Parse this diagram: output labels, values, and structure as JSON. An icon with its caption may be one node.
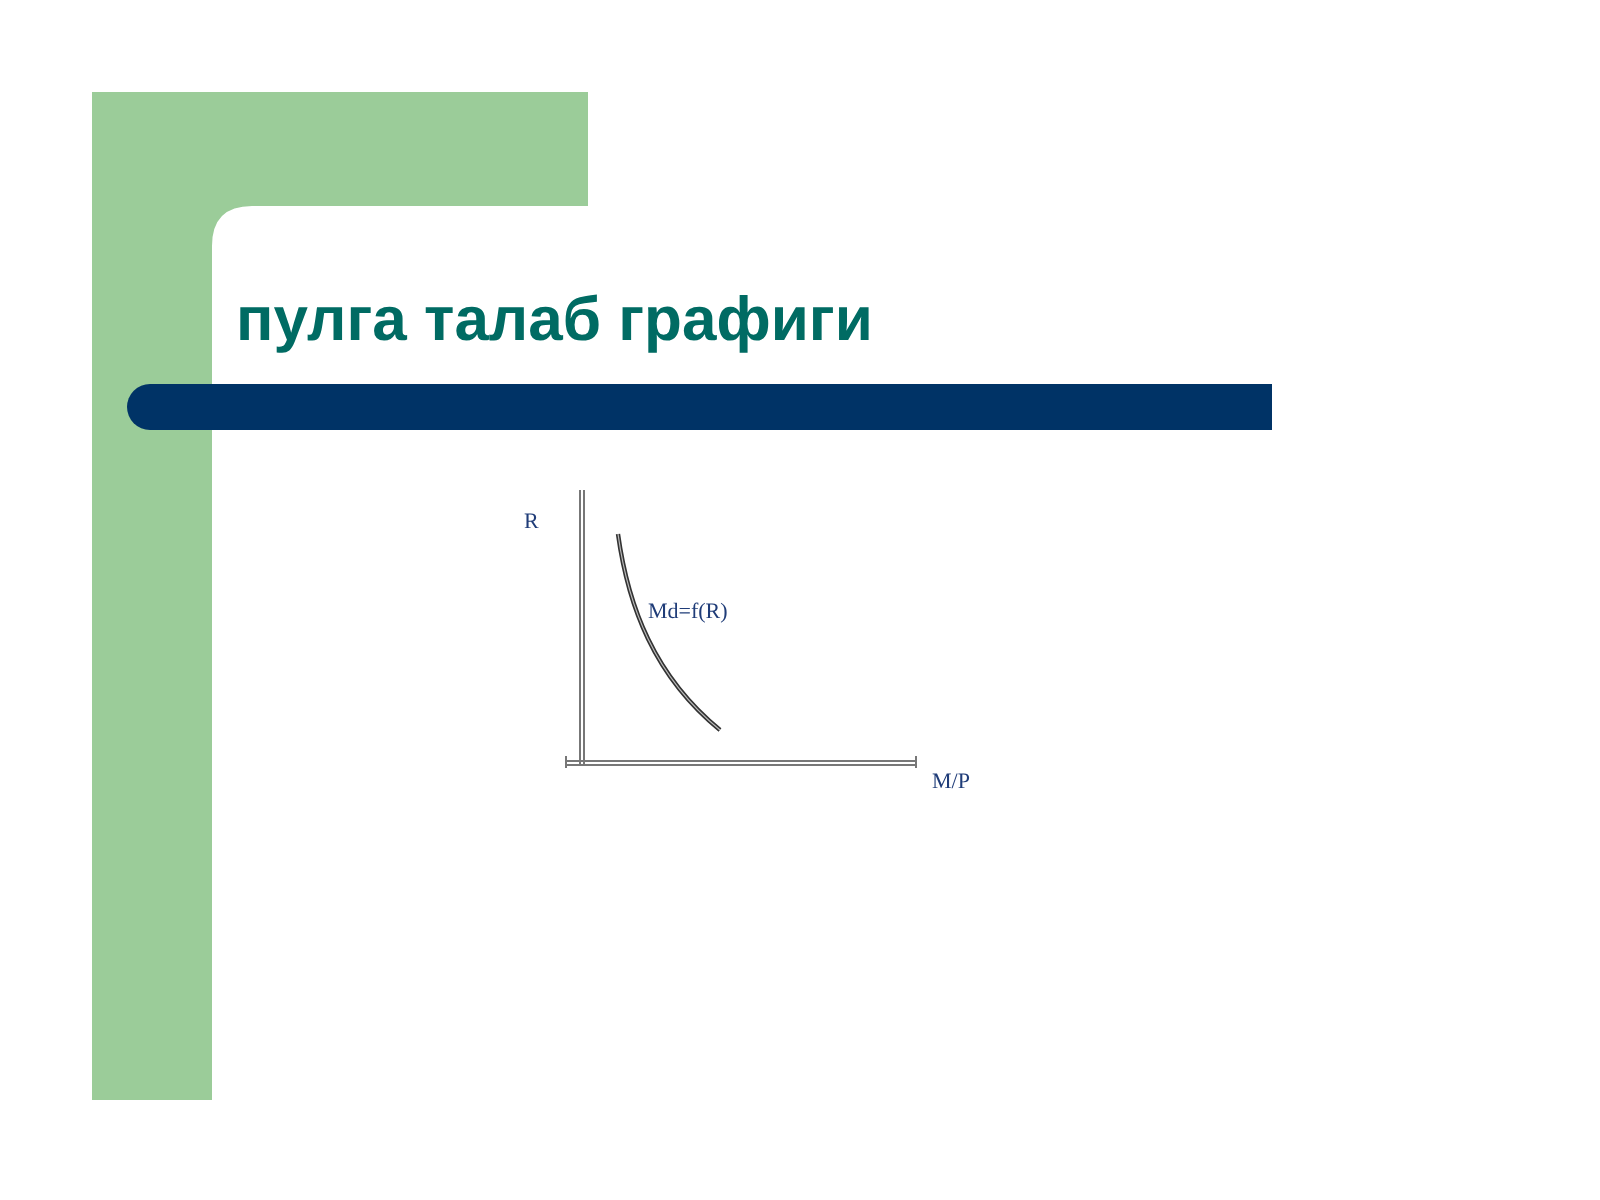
{
  "diagram": {
    "title": "пулга талаб графиги",
    "labels": [
      "R",
      "Md=f(R)",
      "M/P"
    ]
  }
}
